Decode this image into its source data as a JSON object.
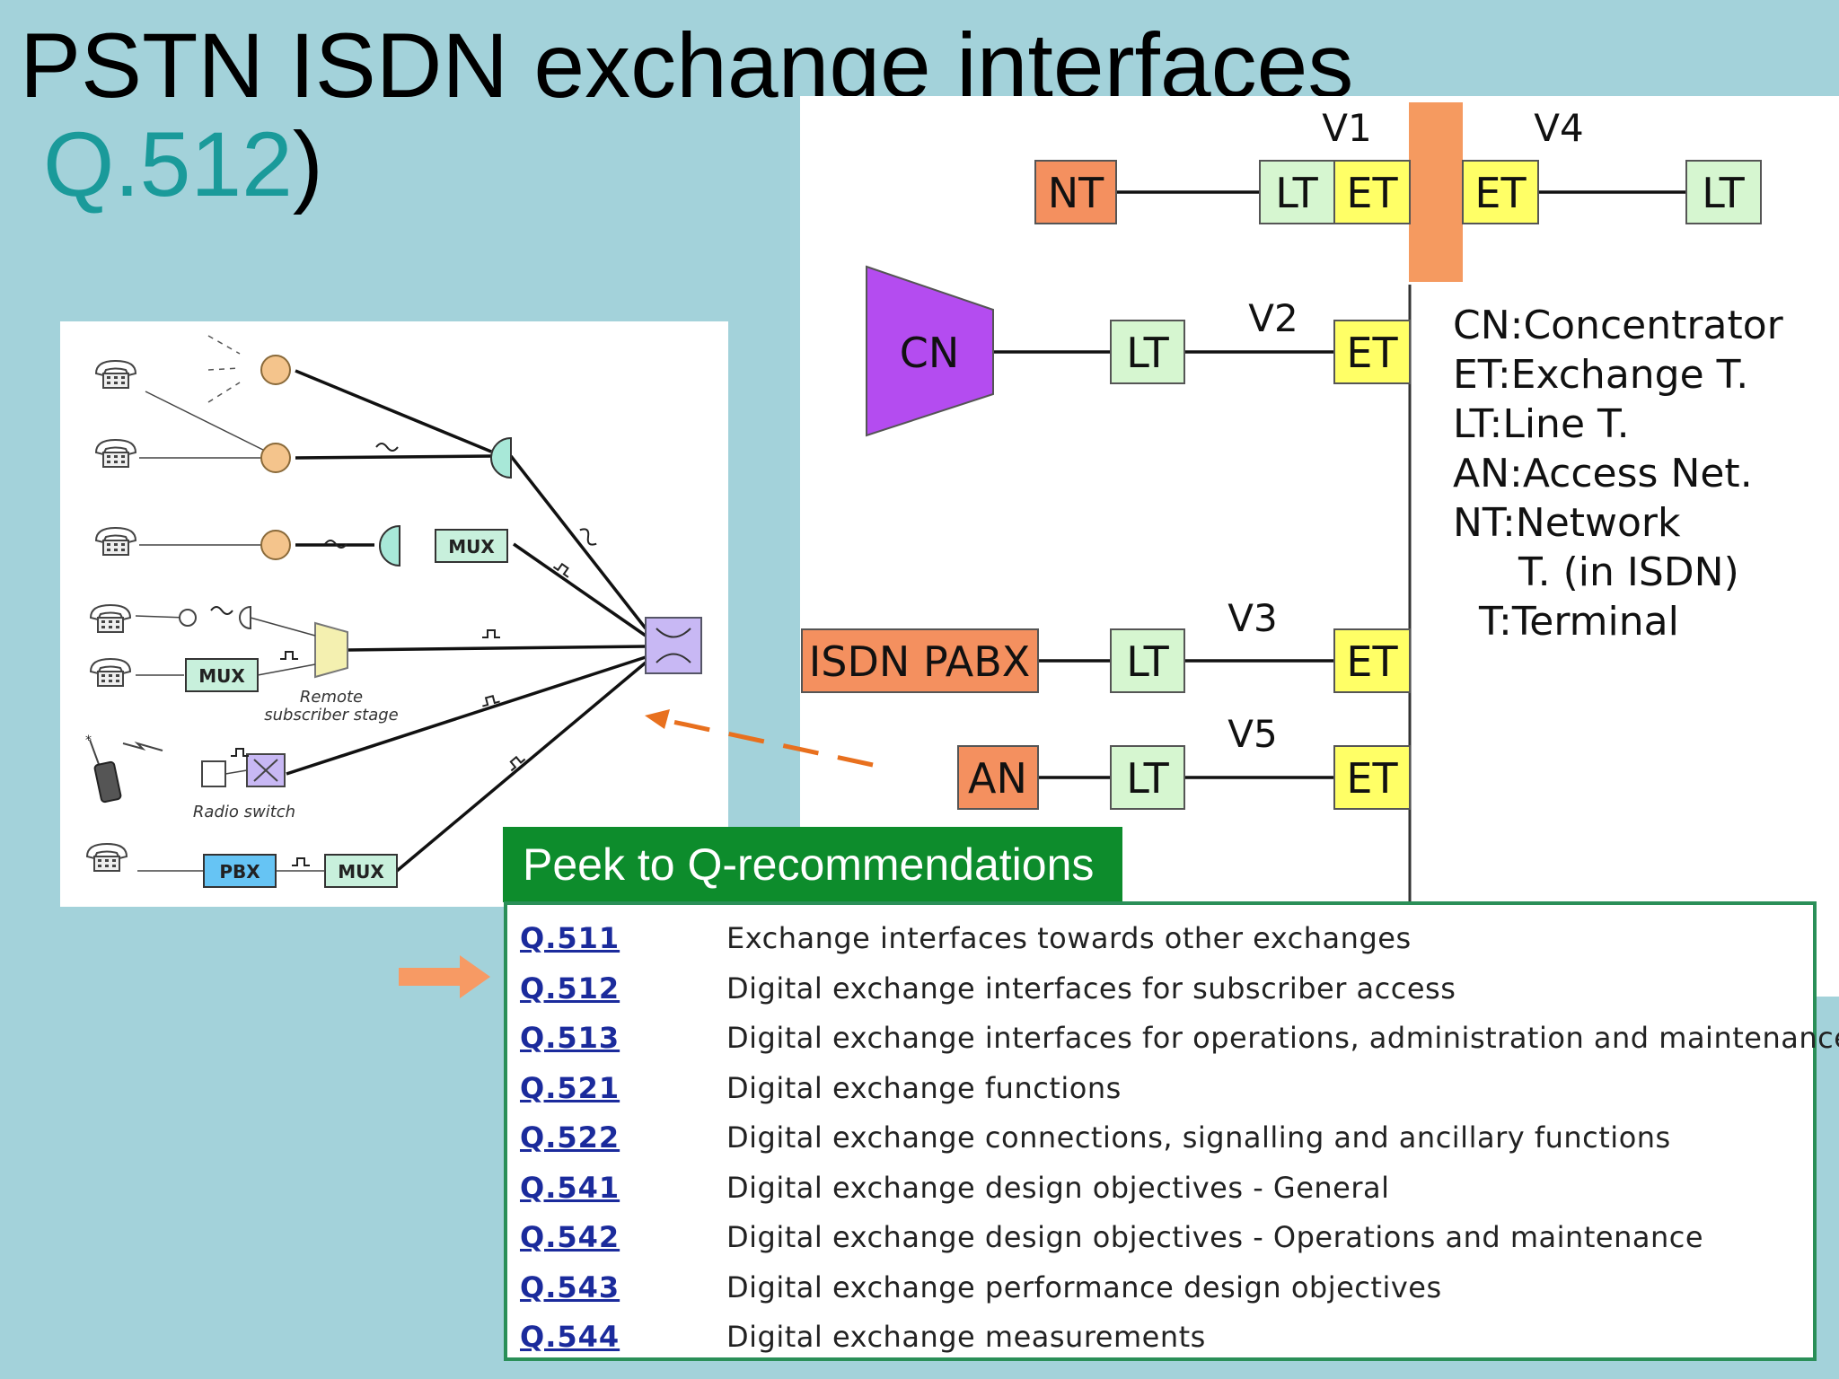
{
  "slide": {
    "title_line1": "PSTN ISDN exchange interfaces",
    "title_line2_accent": "Q.512",
    "title_line2_suffix": ")"
  },
  "access_diagram": {
    "mux_label": "MUX",
    "pbx_label": "PBX",
    "remote_stage_line1": "Remote",
    "remote_stage_line2": "subscriber stage",
    "radio_switch_label": "Radio switch"
  },
  "interface_diagram": {
    "blocks": {
      "nt": "NT",
      "lt": "LT",
      "et": "ET",
      "cn": "CN",
      "isdn_pabx": "ISDN PABX",
      "an": "AN"
    },
    "interfaces": {
      "v1": "V1",
      "v2": "V2",
      "v3": "V3",
      "v4": "V4",
      "v5": "V5"
    },
    "legend": [
      "CN:Concentrator",
      "ET:Exchange T.",
      "LT:Line T.",
      "AN:Access Net.",
      "NT:Network",
      "T. (in ISDN)",
      "T:Terminal"
    ]
  },
  "peek": {
    "header": "Peek to Q-recommendations",
    "rows": [
      {
        "code": "Q.511",
        "desc": "Exchange interfaces towards other exchanges"
      },
      {
        "code": "Q.512",
        "desc": "Digital exchange interfaces for subscriber access"
      },
      {
        "code": "Q.513",
        "desc": "Digital exchange interfaces for operations, administration and maintenance"
      },
      {
        "code": "Q.521",
        "desc": "Digital exchange functions"
      },
      {
        "code": "Q.522",
        "desc": "Digital exchange connections, signalling and ancillary functions"
      },
      {
        "code": "Q.541",
        "desc": "Digital exchange design objectives - General"
      },
      {
        "code": "Q.542",
        "desc": "Digital exchange design objectives - Operations and maintenance"
      },
      {
        "code": "Q.543",
        "desc": "Digital exchange performance design objectives"
      },
      {
        "code": "Q.544",
        "desc": "Digital exchange measurements"
      }
    ]
  },
  "colors": {
    "background": "#a3d2da",
    "nt_an_pabx": "#f4905f",
    "lt": "#d6f6d0",
    "et": "#ffff66",
    "cn": "#b44cf0",
    "exchange_bar": "#f59a60",
    "link": "#1b2b9c",
    "header_green": "#0d8c2c"
  }
}
